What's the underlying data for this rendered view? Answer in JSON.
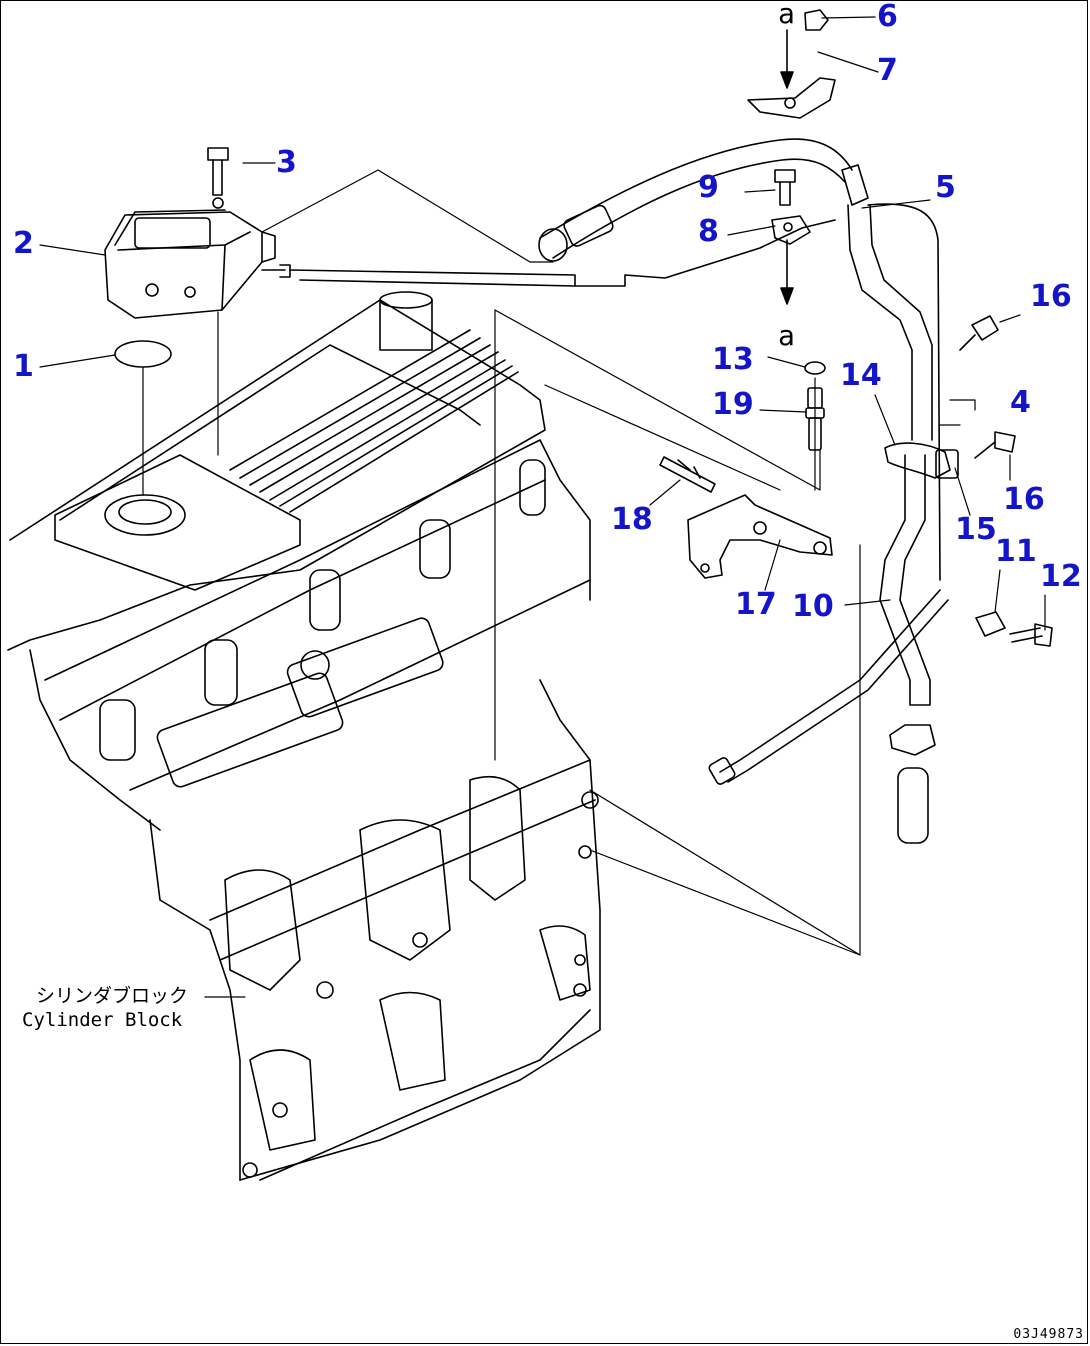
{
  "parts": [
    {
      "id": "p1",
      "label": "1"
    },
    {
      "id": "p2",
      "label": "2"
    },
    {
      "id": "p3",
      "label": "3"
    },
    {
      "id": "p4",
      "label": "4"
    },
    {
      "id": "p5",
      "label": "5"
    },
    {
      "id": "p6",
      "label": "6"
    },
    {
      "id": "p7",
      "label": "7"
    },
    {
      "id": "p8",
      "label": "8"
    },
    {
      "id": "p9",
      "label": "9"
    },
    {
      "id": "p10",
      "label": "10"
    },
    {
      "id": "p11",
      "label": "11"
    },
    {
      "id": "p12",
      "label": "12"
    },
    {
      "id": "p13",
      "label": "13"
    },
    {
      "id": "p14",
      "label": "14"
    },
    {
      "id": "p15",
      "label": "15"
    },
    {
      "id": "p16a",
      "label": "16"
    },
    {
      "id": "p16b",
      "label": "16"
    },
    {
      "id": "p17",
      "label": "17"
    },
    {
      "id": "p18",
      "label": "18"
    },
    {
      "id": "p19",
      "label": "19"
    }
  ],
  "reference_marks": {
    "top": "a",
    "bottom": "a"
  },
  "captions": {
    "jp": "シリンダブロック",
    "en": "Cylinder Block"
  },
  "drawing_code": "03J49873",
  "colors": {
    "part_number": "#1414c8",
    "line": "#000000"
  }
}
